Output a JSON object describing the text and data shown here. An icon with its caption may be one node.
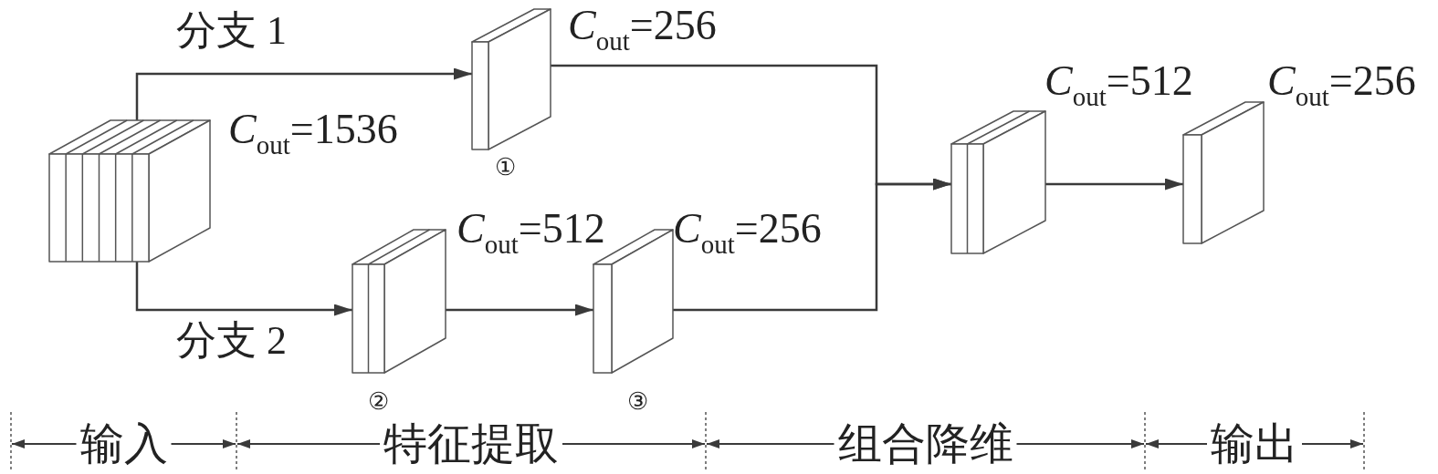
{
  "diagram": {
    "nodes": [
      {
        "text": [],
        "shape": "cuboid",
        "beside": [
          "*C*$_{out}$=1536"
        ]
      },
      {
        "text": [],
        "shape": "cuboid",
        "beside": [
          "*C*$_{out}$=256",
          "①"
        ]
      },
      {
        "text": [],
        "shape": "cuboid",
        "beside": [
          "*C*$_{out}$=512",
          "②"
        ]
      },
      {
        "text": [],
        "shape": "cuboid",
        "beside": [
          "*C*$_{out}$=256",
          "③"
        ]
      },
      {
        "text": [],
        "shape": "cuboid",
        "beside": [
          "*C*$_{out}$=512"
        ]
      },
      {
        "text": [],
        "shape": "cuboid",
        "beside": [
          "*C*$_{out}$=256"
        ]
      }
    ],
    "edges": [
      {
        "from": 0,
        "to": 1,
        "arrow": "to",
        "label": "分支 1"
      },
      {
        "from": 0,
        "to": 2,
        "arrow": "to",
        "label": "分支 2"
      },
      {
        "from": 2,
        "to": 3,
        "arrow": "to"
      },
      {
        "from": 1,
        "to": 4,
        "arrow": "to"
      },
      {
        "from": 3,
        "to": 4,
        "arrow": "to"
      },
      {
        "from": 4,
        "to": 5,
        "arrow": "to"
      }
    ],
    "labels": [
      "输入",
      "特征提取",
      "组合降维",
      "输出"
    ]
  }
}
